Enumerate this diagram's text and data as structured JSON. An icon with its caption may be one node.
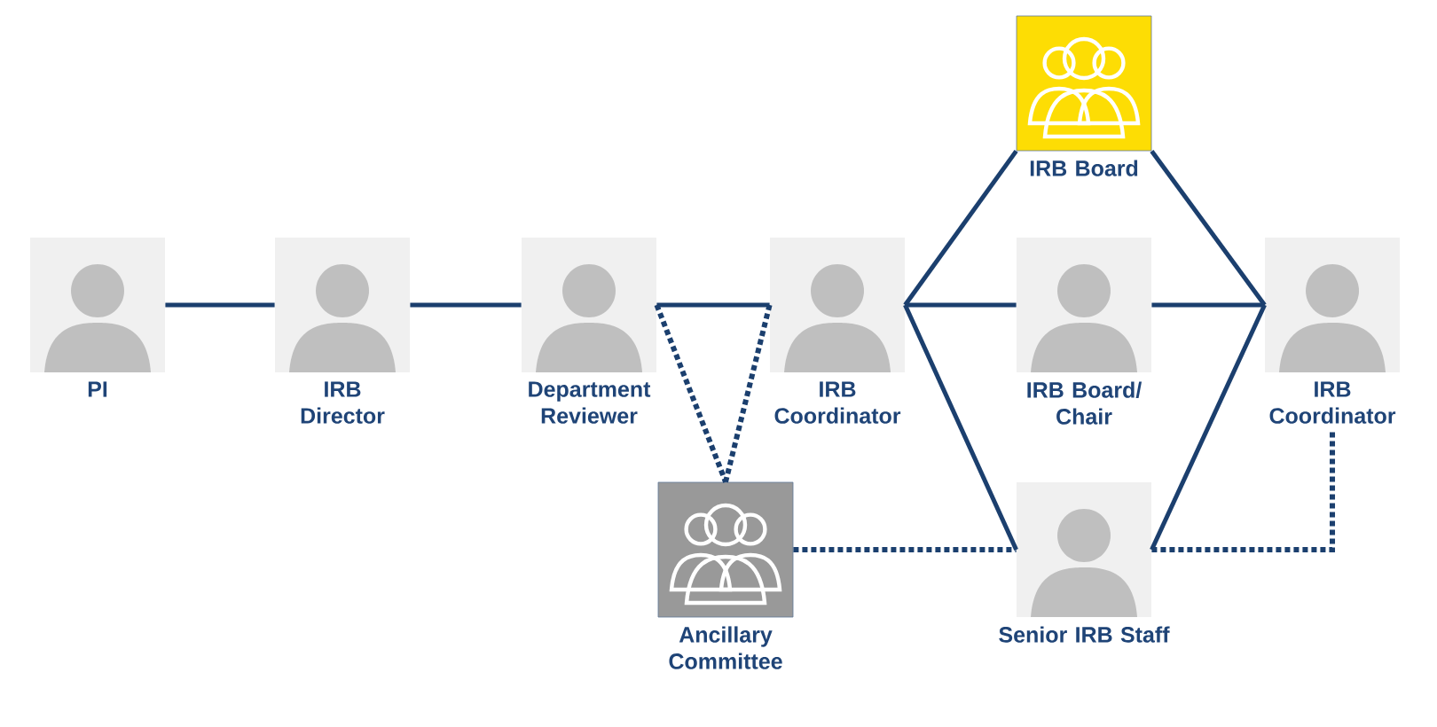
{
  "diagram": {
    "nodes": [
      {
        "text": [
          "PI"
        ]
      },
      {
        "text": [
          "IRB Director"
        ]
      },
      {
        "text": [
          "Department Reviewer"
        ]
      },
      {
        "text": [
          "IRB Coordinator"
        ]
      },
      {
        "text": [
          "IRB Board"
        ]
      },
      {
        "text": [
          "IRB Board/ Chair"
        ]
      },
      {
        "text": [
          "IRB Coordinator"
        ]
      },
      {
        "text": [
          "Ancillary Committee"
        ]
      },
      {
        "text": [
          "Senior IRB Staff"
        ]
      }
    ],
    "edges": [
      {
        "from": 0,
        "to": 1,
        "arrow": "none"
      },
      {
        "from": 1,
        "to": 2,
        "arrow": "none"
      },
      {
        "from": 2,
        "to": 3,
        "arrow": "none"
      },
      {
        "from": 2,
        "to": 7,
        "arrow": "none",
        "style": "dashed"
      },
      {
        "from": 3,
        "to": 7,
        "arrow": "none",
        "style": "dashed"
      },
      {
        "from": 3,
        "to": 4,
        "arrow": "none"
      },
      {
        "from": 3,
        "to": 5,
        "arrow": "none"
      },
      {
        "from": 3,
        "to": 8,
        "arrow": "none"
      },
      {
        "from": 4,
        "to": 6,
        "arrow": "none"
      },
      {
        "from": 5,
        "to": 6,
        "arrow": "none"
      },
      {
        "from": 8,
        "to": 6,
        "arrow": "none"
      },
      {
        "from": 7,
        "to": 8,
        "arrow": "none",
        "style": "dashed"
      },
      {
        "from": 8,
        "to": 6,
        "arrow": "none",
        "style": "dashed"
      }
    ]
  }
}
